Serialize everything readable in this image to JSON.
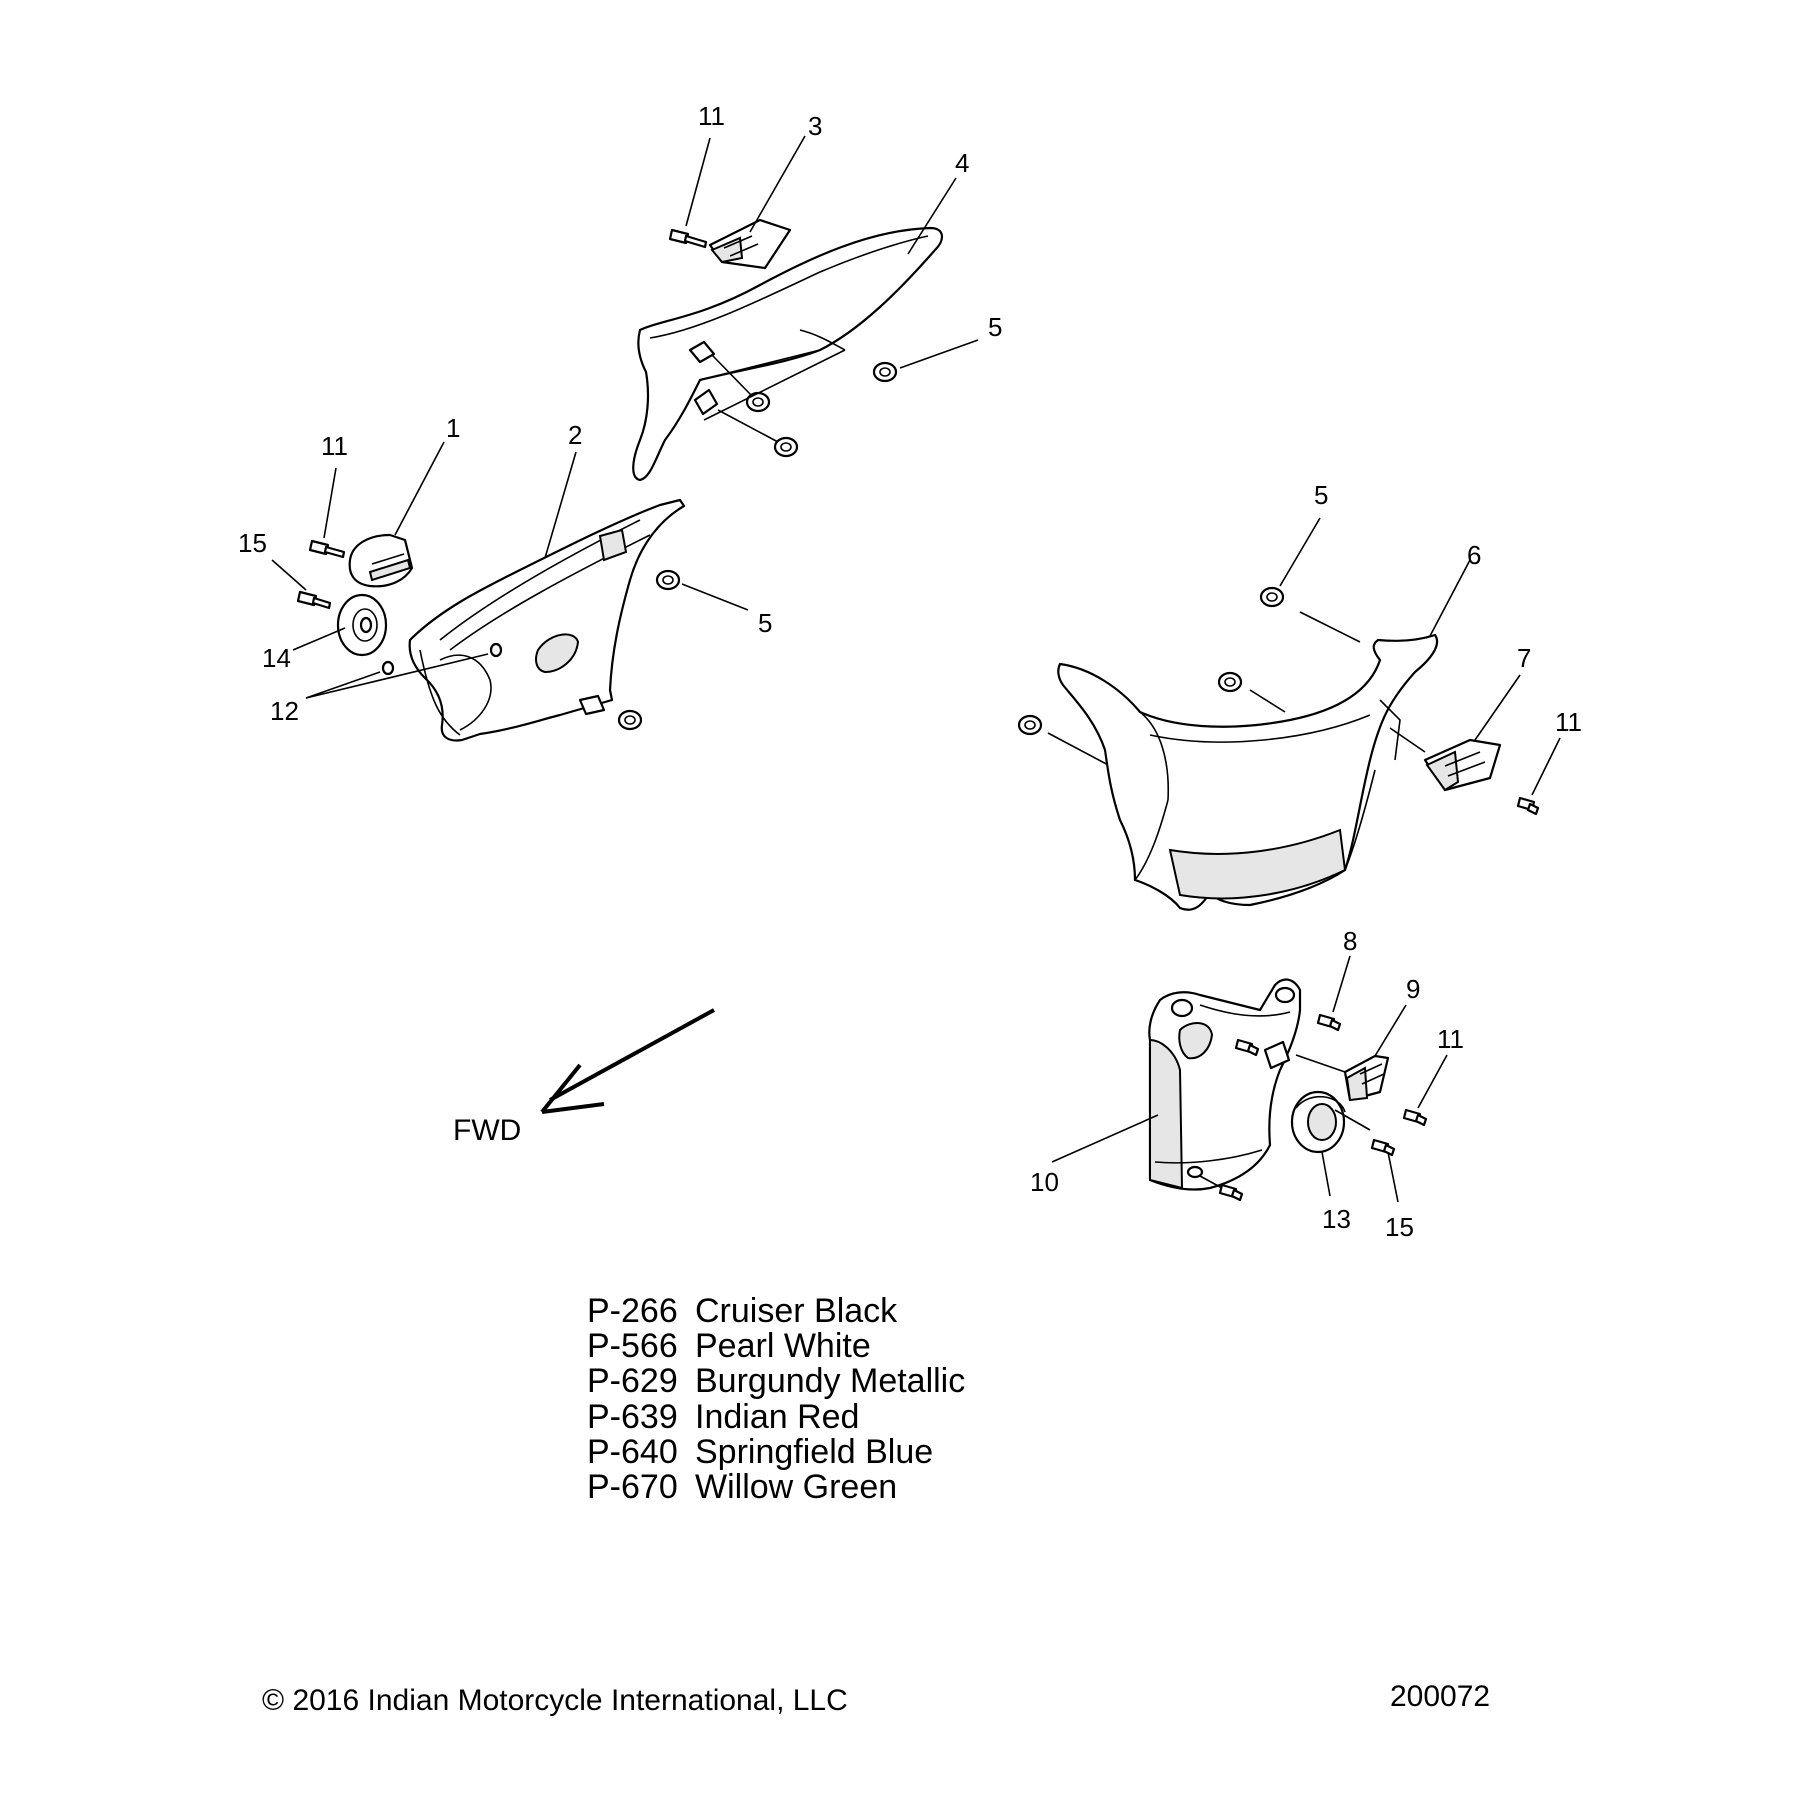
{
  "callouts": {
    "c11a": "11",
    "c3": "3",
    "c4": "4",
    "c5a": "5",
    "c11b": "11",
    "c1": "1",
    "c2": "2",
    "c15a": "15",
    "c5b": "5",
    "c14": "14",
    "c12": "12",
    "c5c": "5",
    "c6": "6",
    "c7": "7",
    "c11c": "11",
    "c8": "8",
    "c9": "9",
    "c11d": "11",
    "c10": "10",
    "c13": "13",
    "c15b": "15"
  },
  "direction_label": "FWD",
  "color_codes": [
    {
      "code": "P-266",
      "name": "Cruiser Black"
    },
    {
      "code": "P-566",
      "name": "Pearl White"
    },
    {
      "code": "P-629",
      "name": "Burgundy Metallic"
    },
    {
      "code": "P-639",
      "name": "Indian Red"
    },
    {
      "code": "P-640",
      "name": "Springfield Blue"
    },
    {
      "code": "P-670",
      "name": "Willow Green"
    }
  ],
  "copyright": "© 2016 Indian Motorcycle International, LLC",
  "diagram_number": "200072"
}
